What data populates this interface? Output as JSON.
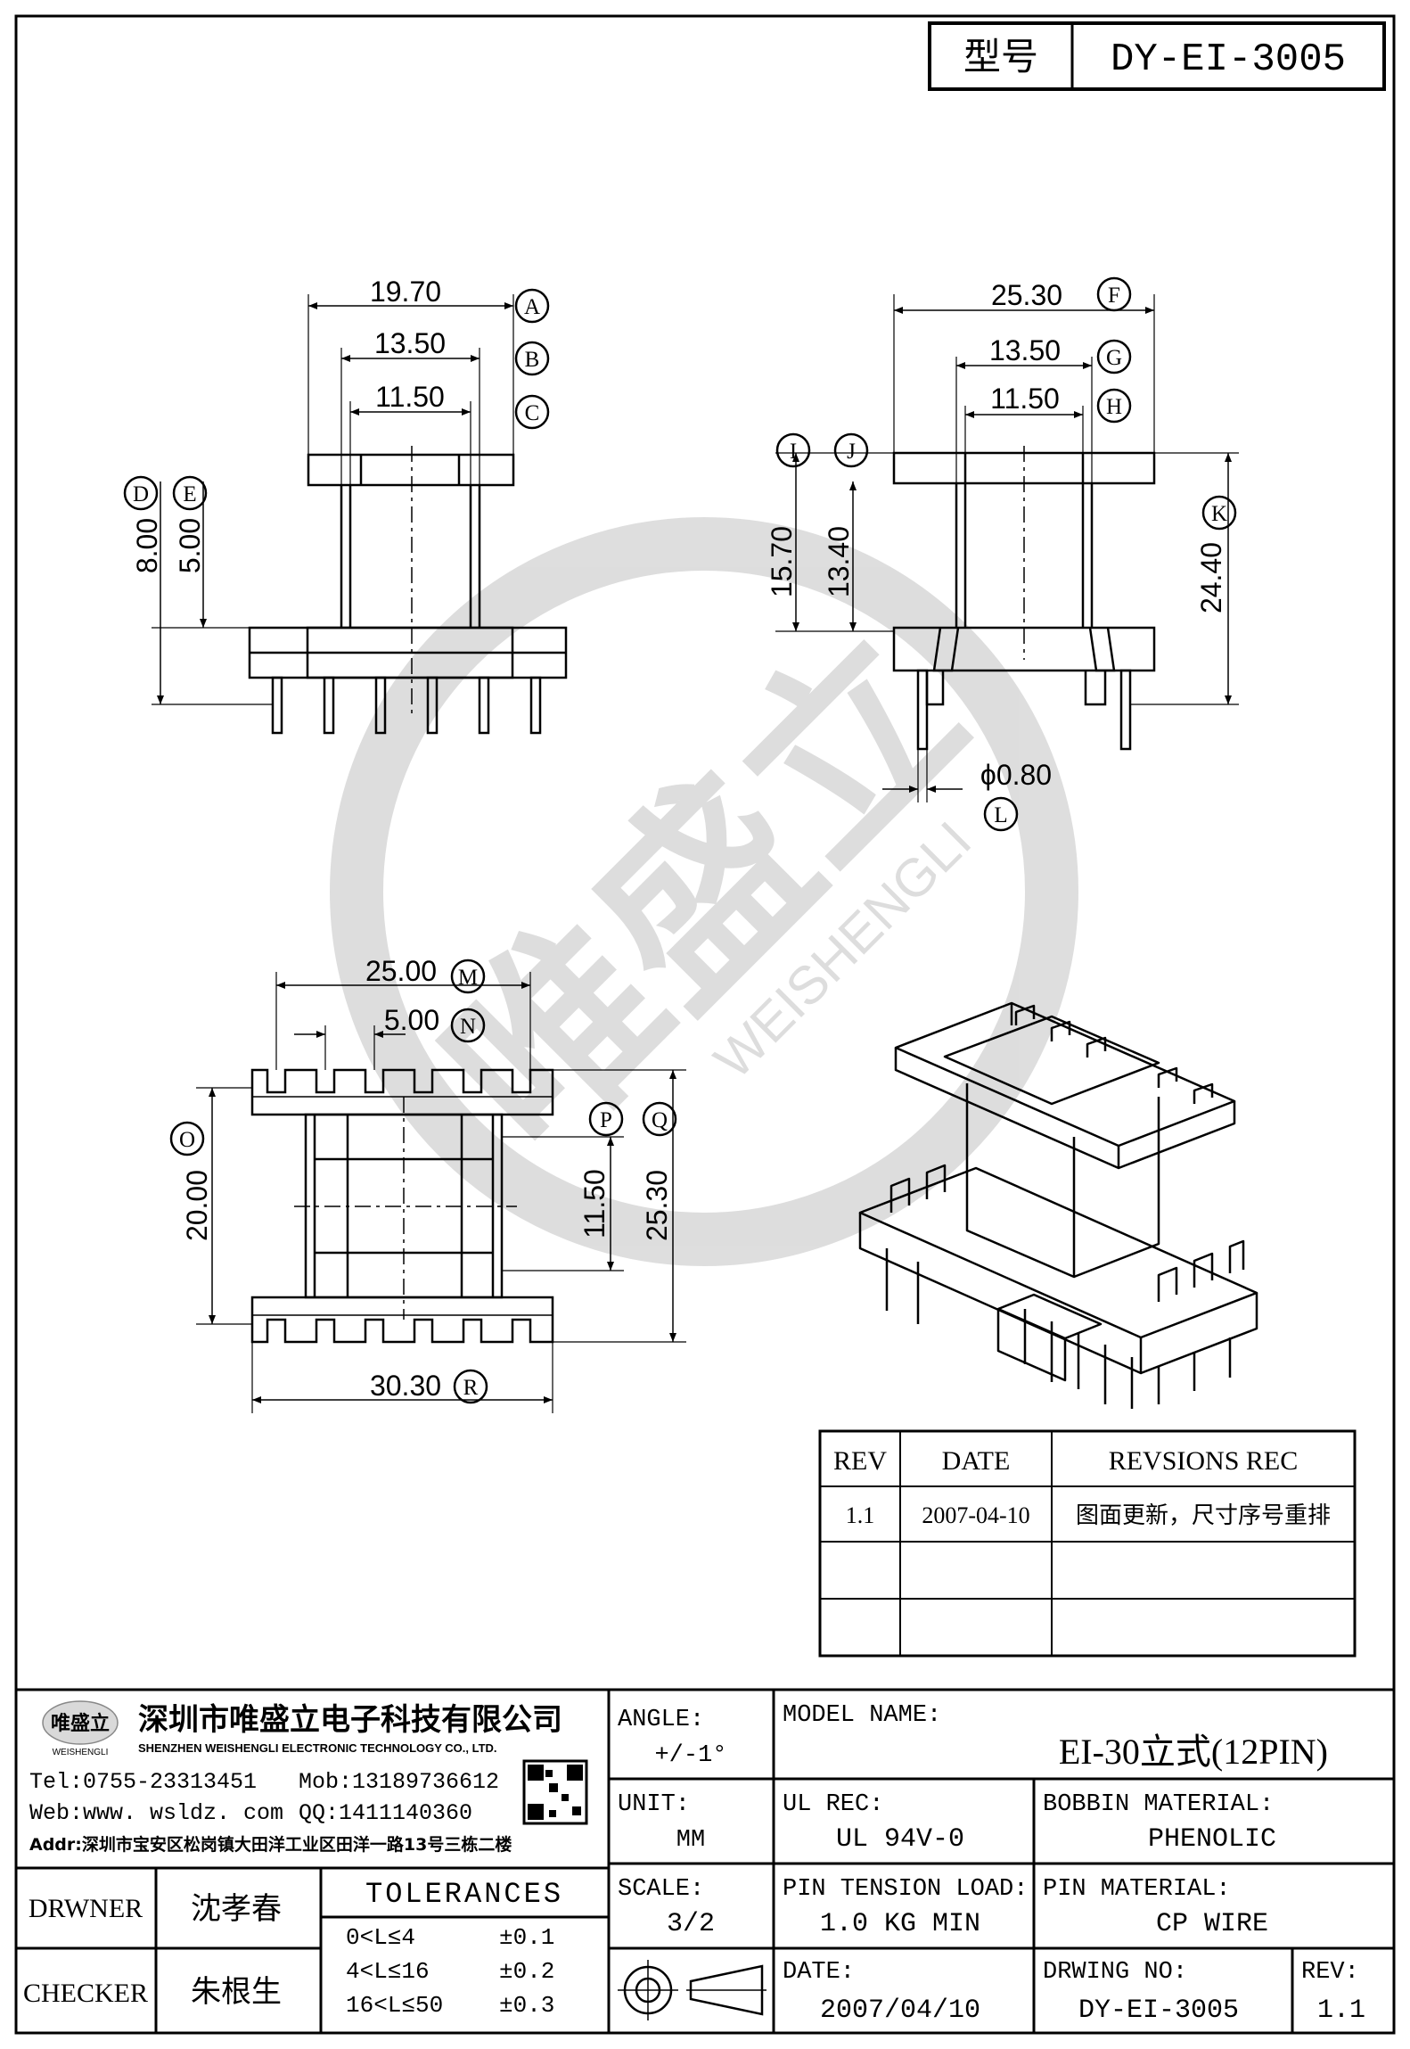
{
  "title_block": {
    "model_label": "型号",
    "model_value": "DY-EI-3005"
  },
  "dimensions": {
    "A": "19.70",
    "B": "13.50",
    "C": "11.50",
    "D": "8.00",
    "E": "5.00",
    "F": "25.30",
    "G": "13.50",
    "H": "11.50",
    "I": "15.70",
    "J": "13.40",
    "K": "24.40",
    "L": "ϕ0.80",
    "M": "25.00",
    "N": "5.00",
    "O": "20.00",
    "P": "11.50",
    "Q": "25.30",
    "R": "30.30"
  },
  "dimension_letters": [
    "A",
    "B",
    "C",
    "D",
    "E",
    "F",
    "G",
    "H",
    "I",
    "J",
    "K",
    "L",
    "M",
    "N",
    "O",
    "P",
    "Q",
    "R"
  ],
  "watermark": {
    "brand": "唯盛立",
    "sub": "WEISHENGLI"
  },
  "revisions": {
    "headers": [
      "REV",
      "DATE",
      "REVSIONS REC"
    ],
    "rows": [
      [
        "1.1",
        "2007-04-10",
        "图面更新，尺寸序号重排"
      ],
      [
        "",
        "",
        ""
      ],
      [
        "",
        "",
        ""
      ]
    ]
  },
  "company": {
    "logo_text": "唯盛立",
    "logo_sub": "WEISHENGLI",
    "name_cn": "深圳市唯盛立电子科技有限公司",
    "name_en": "SHENZHEN WEISHENGLI ELECTRONIC TECHNOLOGY CO., LTD.",
    "tel": "Tel:0755-23313451",
    "mob": "Mob:13189736612",
    "web": "Web:www. wsldz. com",
    "qq": "QQ:1411140360",
    "addr": "Addr:深圳市宝安区松岗镇大田洋工业区田洋一路13号三栋二楼"
  },
  "fields": {
    "angle_label": "ANGLE:",
    "angle_value": "+/-1°",
    "model_name_label": "MODEL NAME:",
    "model_name_value": "EI-30立式(12PIN)",
    "unit_label": "UNIT:",
    "unit_value": "MM",
    "ul_label": "UL REC:",
    "ul_value": "UL 94V-0",
    "bobbin_label": "BOBBIN MATERIAL:",
    "bobbin_value": "PHENOLIC",
    "scale_label": "SCALE:",
    "scale_value": "3/2",
    "pin_tension_label": "PIN TENSION LOAD:",
    "pin_tension_value": "1.0 KG MIN",
    "pin_material_label": "PIN MATERIAL:",
    "pin_material_value": "CP WIRE",
    "date_label": "DATE:",
    "date_value": "2007/04/10",
    "drawing_no_label": "DRWING NO:",
    "drawing_no_value": "DY-EI-3005",
    "rev_label": "REV:",
    "rev_value": "1.1"
  },
  "people": {
    "drawer_label": "DRWNER",
    "drawer_value": "沈孝春",
    "checker_label": "CHECKER",
    "checker_value": "朱根生"
  },
  "tolerances": {
    "title": "TOLERANCES",
    "rows": [
      [
        "0<L≤4",
        "±0.1"
      ],
      [
        "4<L≤16",
        "±0.2"
      ],
      [
        "16<L≤50",
        "±0.3"
      ]
    ]
  }
}
